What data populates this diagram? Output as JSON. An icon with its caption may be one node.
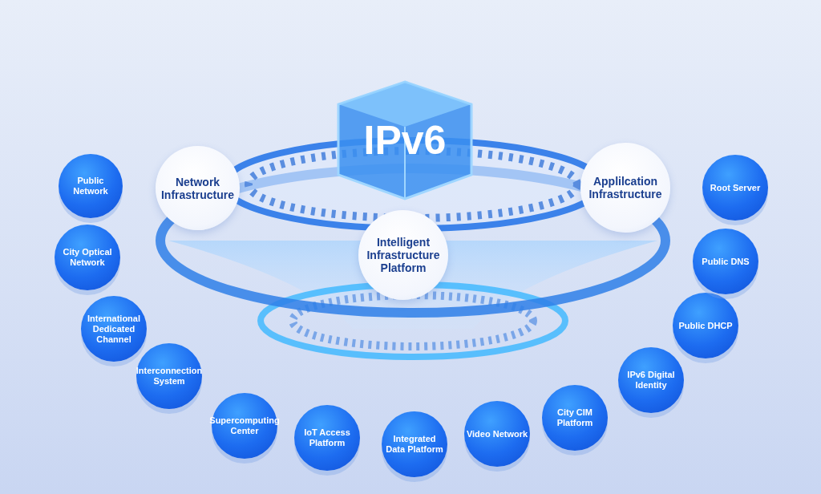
{
  "diagram": {
    "nodes": [
      {
        "text": [
          "IPv6"
        ]
      },
      {
        "text": [
          "Network Infrastructure"
        ]
      },
      {
        "text": [
          "Applilcation Infrastructure"
        ]
      },
      {
        "text": [
          "Intelligent Infrastructure Platform"
        ]
      },
      {
        "text": [
          "Public Network"
        ]
      },
      {
        "text": [
          "City Optical Network"
        ]
      },
      {
        "text": [
          "International Dedicated Channel"
        ]
      },
      {
        "text": [
          "Interconnection System"
        ]
      },
      {
        "text": [
          "Supercomputing Center"
        ]
      },
      {
        "text": [
          "IoT Access Platform"
        ]
      },
      {
        "text": [
          "Integrated Data Platform"
        ]
      },
      {
        "text": [
          "Video Network"
        ]
      },
      {
        "text": [
          "City CIM Platform"
        ]
      },
      {
        "text": [
          "IPv6 Digital Identity"
        ]
      },
      {
        "text": [
          "Public DHCP"
        ]
      },
      {
        "text": [
          "Public DNS"
        ]
      },
      {
        "text": [
          "Root Server"
        ]
      }
    ]
  }
}
